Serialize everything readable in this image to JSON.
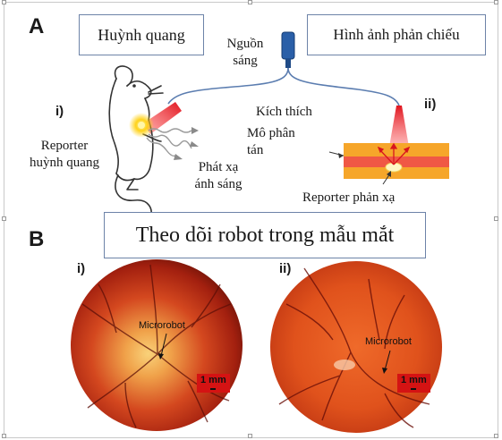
{
  "panel_a": {
    "letter": "A",
    "fluorescence_box": "Huỳnh quang",
    "light_source": "Nguồn\nsáng",
    "reflection_box": "Hình ảnh phản chiếu",
    "marker_i": "i)",
    "marker_ii": "ii)",
    "fluorescent_reporter": "Reporter\nhuỳnh quang",
    "light_emission": "Phát xạ\nánh sáng",
    "excitation": "Kích thích",
    "tissue": "Mô phân\ntán",
    "reflective_reporter": "Reporter phản xạ"
  },
  "panel_b": {
    "letter": "B",
    "title": "Theo dõi robot trong mẫu mắt",
    "images": [
      {
        "marker": "i)",
        "label": "Microrobot",
        "scale": "1 mm"
      },
      {
        "marker": "ii)",
        "label": "Microrobot",
        "scale": "1 mm"
      }
    ]
  },
  "colors": {
    "box_border": "#6d83a8",
    "fundus_red": "#c8321a",
    "tissue_orange": "#f6a62a",
    "tissue_red": "#ee4a4a",
    "source_blue": "#2a5fa8",
    "scale_red": "#d41313"
  }
}
